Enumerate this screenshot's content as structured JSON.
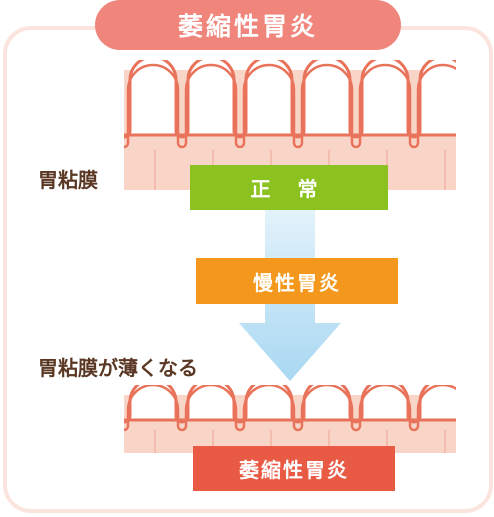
{
  "title": "萎縮性胃炎",
  "labels": {
    "gastric_mucosa": "胃粘膜",
    "mucosa_thins": "胃粘膜が薄くなる"
  },
  "stages": {
    "normal": "正 常",
    "chronic": "慢性胃炎",
    "atrophic": "萎縮性胃炎"
  },
  "colors": {
    "title_bg": "#ef857b",
    "mucosa_fill": "#f9d5c8",
    "mucosa_outline": "#e9735a",
    "frame": "#fbe4dd",
    "arrow": "#c3e3f5",
    "normal": "#8cc21f",
    "chronic": "#f3981c",
    "atrophic": "#e95a45",
    "label_text": "#5a3824"
  }
}
